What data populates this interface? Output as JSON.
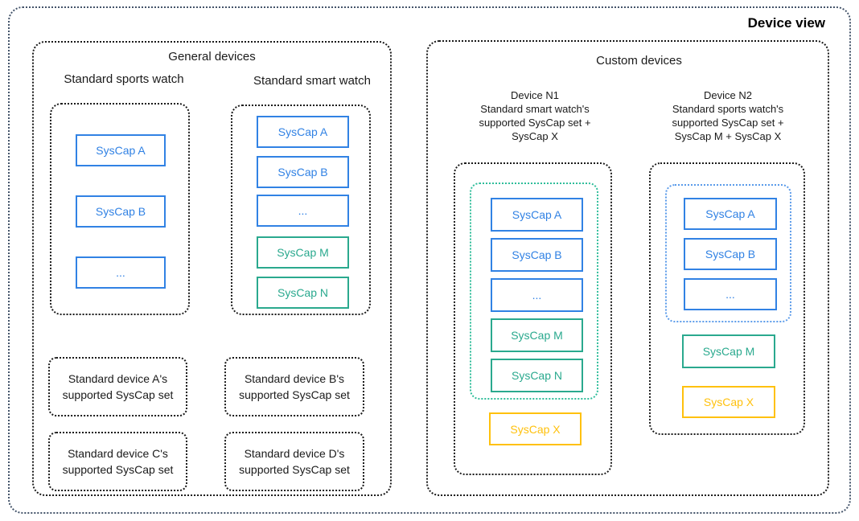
{
  "title": "Device view",
  "colors": {
    "syscap_blue": "#3182e4",
    "syscap_green": "#2aa98e",
    "syscap_yellow": "#ffc10d",
    "inner_set_green_border": "#2fbd9a",
    "inner_set_blue_border": "#5b9bea",
    "container_border": "#1a1a1a",
    "outer_border": "#44546a"
  },
  "general": {
    "label": "General devices",
    "columns": [
      {
        "header": "Standard sports watch",
        "caps": [
          {
            "label": "SysCap A",
            "color": "blue"
          },
          {
            "label": "SysCap B",
            "color": "blue"
          },
          {
            "label": "...",
            "color": "blue"
          }
        ]
      },
      {
        "header": "Standard smart watch",
        "caps": [
          {
            "label": "SysCap A",
            "color": "blue"
          },
          {
            "label": "SysCap B",
            "color": "blue"
          },
          {
            "label": "...",
            "color": "blue"
          },
          {
            "label": "SysCap M",
            "color": "green"
          },
          {
            "label": "SysCap N",
            "color": "green"
          }
        ]
      }
    ],
    "note_boxes": [
      {
        "lines": [
          "Standard device A's",
          "supported SysCap set"
        ]
      },
      {
        "lines": [
          "Standard device B's",
          "supported SysCap set"
        ]
      },
      {
        "lines": [
          "Standard device C's",
          "supported SysCap set"
        ]
      },
      {
        "lines": [
          "Standard device D's",
          "supported SysCap set"
        ]
      }
    ]
  },
  "custom": {
    "label": "Custom devices",
    "devices": [
      {
        "desc_lines": [
          "Device N1",
          "Standard smart watch's",
          "supported SysCap set +",
          "SysCap X"
        ],
        "base_border": "green",
        "base_caps": [
          {
            "label": "SysCap A",
            "color": "blue"
          },
          {
            "label": "SysCap B",
            "color": "blue"
          },
          {
            "label": "...",
            "color": "blue"
          },
          {
            "label": "SysCap M",
            "color": "green"
          },
          {
            "label": "SysCap N",
            "color": "green"
          }
        ],
        "extra_caps": [
          {
            "label": "SysCap X",
            "color": "yellow"
          }
        ]
      },
      {
        "desc_lines": [
          "Device N2",
          "Standard sports watch's",
          "supported SysCap set +",
          "SysCap M + SysCap X"
        ],
        "base_border": "blue",
        "base_caps": [
          {
            "label": "SysCap A",
            "color": "blue"
          },
          {
            "label": "SysCap B",
            "color": "blue"
          },
          {
            "label": "...",
            "color": "blue"
          }
        ],
        "extra_caps": [
          {
            "label": "SysCap M",
            "color": "green"
          },
          {
            "label": "SysCap X",
            "color": "yellow"
          }
        ]
      }
    ]
  }
}
